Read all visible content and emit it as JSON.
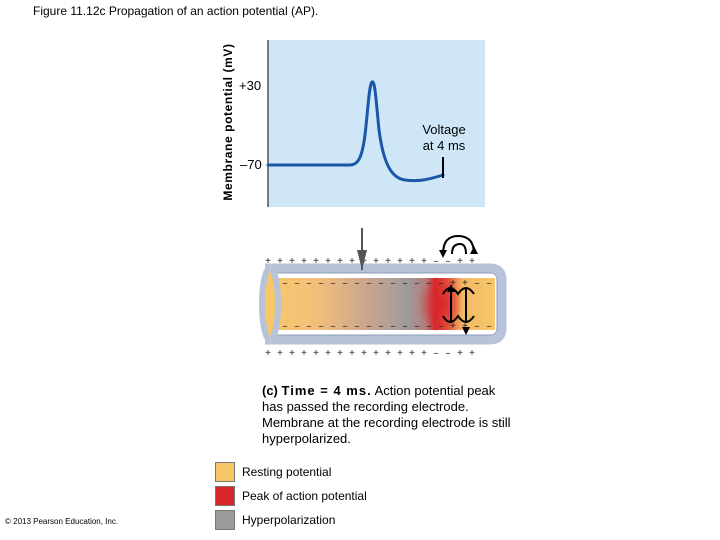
{
  "figure": {
    "title": "Figure 11.12c Propagation of an action potential (AP).",
    "copyright": "© 2013 Pearson Education, Inc."
  },
  "graph": {
    "ylabel": "Membrane potential (mV)",
    "ticks": [
      "+30",
      "–70"
    ],
    "voltage_note_line1": "Voltage",
    "voltage_note_line2": "at 4 ms"
  },
  "axon": {
    "outer_charges_top": "+ + + + + + + + + + + + + + – – + +",
    "inner_charges_top": "– – – – – – – – – – – – – – + + – –",
    "inner_charges_bottom": "– – – – – – – – – – – – – – + + – –",
    "outer_charges_bottom": "+ + + + + + + + + + + + + + – – + +"
  },
  "caption": {
    "tag": "(c)",
    "lead": "Time = 4 ms.",
    "text": "Action potential peak has passed the recording electrode. Membrane at the recording electrode is still hyperpolarized."
  },
  "legend": {
    "items": [
      {
        "label": "Resting potential",
        "color": "#f7c86a"
      },
      {
        "label": "Peak of action potential",
        "color": "#d8262b"
      },
      {
        "label": "Hyperpolarization",
        "color": "#9a9a9a"
      }
    ]
  },
  "colors": {
    "plot_bg": "#cfe6f7",
    "trace": "#1a57a8",
    "membrane": "#b7c3d9",
    "electrode": "#555555"
  }
}
